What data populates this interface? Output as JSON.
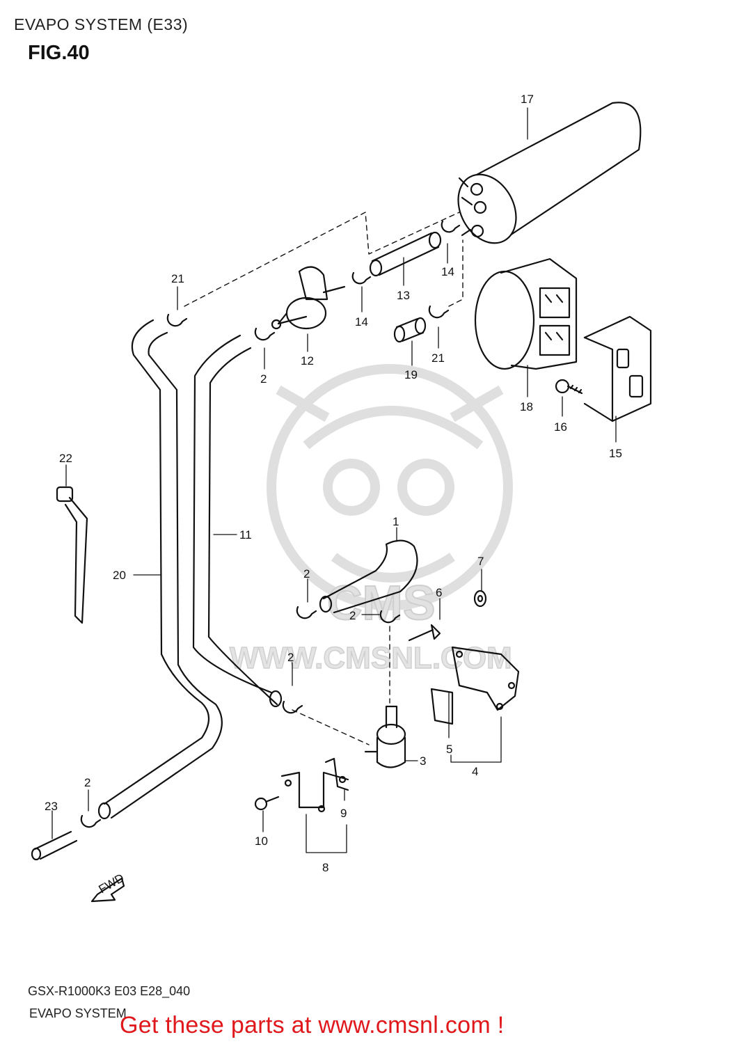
{
  "header": {
    "title": "EVAPO SYSTEM (E33)",
    "figure": "FIG.40"
  },
  "callouts": {
    "c1": "1",
    "c2a": "2",
    "c2b": "2",
    "c2c": "2",
    "c2d": "2",
    "c2e": "2",
    "c3": "3",
    "c4": "4",
    "c5": "5",
    "c6": "6",
    "c7": "7",
    "c8": "8",
    "c9": "9",
    "c10": "10",
    "c11": "11",
    "c12": "12",
    "c13": "13",
    "c14a": "14",
    "c14b": "14",
    "c15": "15",
    "c16": "16",
    "c17": "17",
    "c18": "18",
    "c19": "19",
    "c20": "20",
    "c21a": "21",
    "c21b": "21",
    "c22": "22",
    "c23": "23"
  },
  "watermark": {
    "logo_text": "CMS",
    "url": "WWW.CMSNL.COM"
  },
  "direction_arrow": "FWD",
  "footer": {
    "model_code": "GSX-R1000K3 E03 E28_040",
    "section": "EVAPO SYSTEM",
    "promo": "Get these parts at www.cmsnl.com !"
  },
  "colors": {
    "line": "#111111",
    "watermark": "#d9d9d9",
    "promo": "#e0181c"
  }
}
